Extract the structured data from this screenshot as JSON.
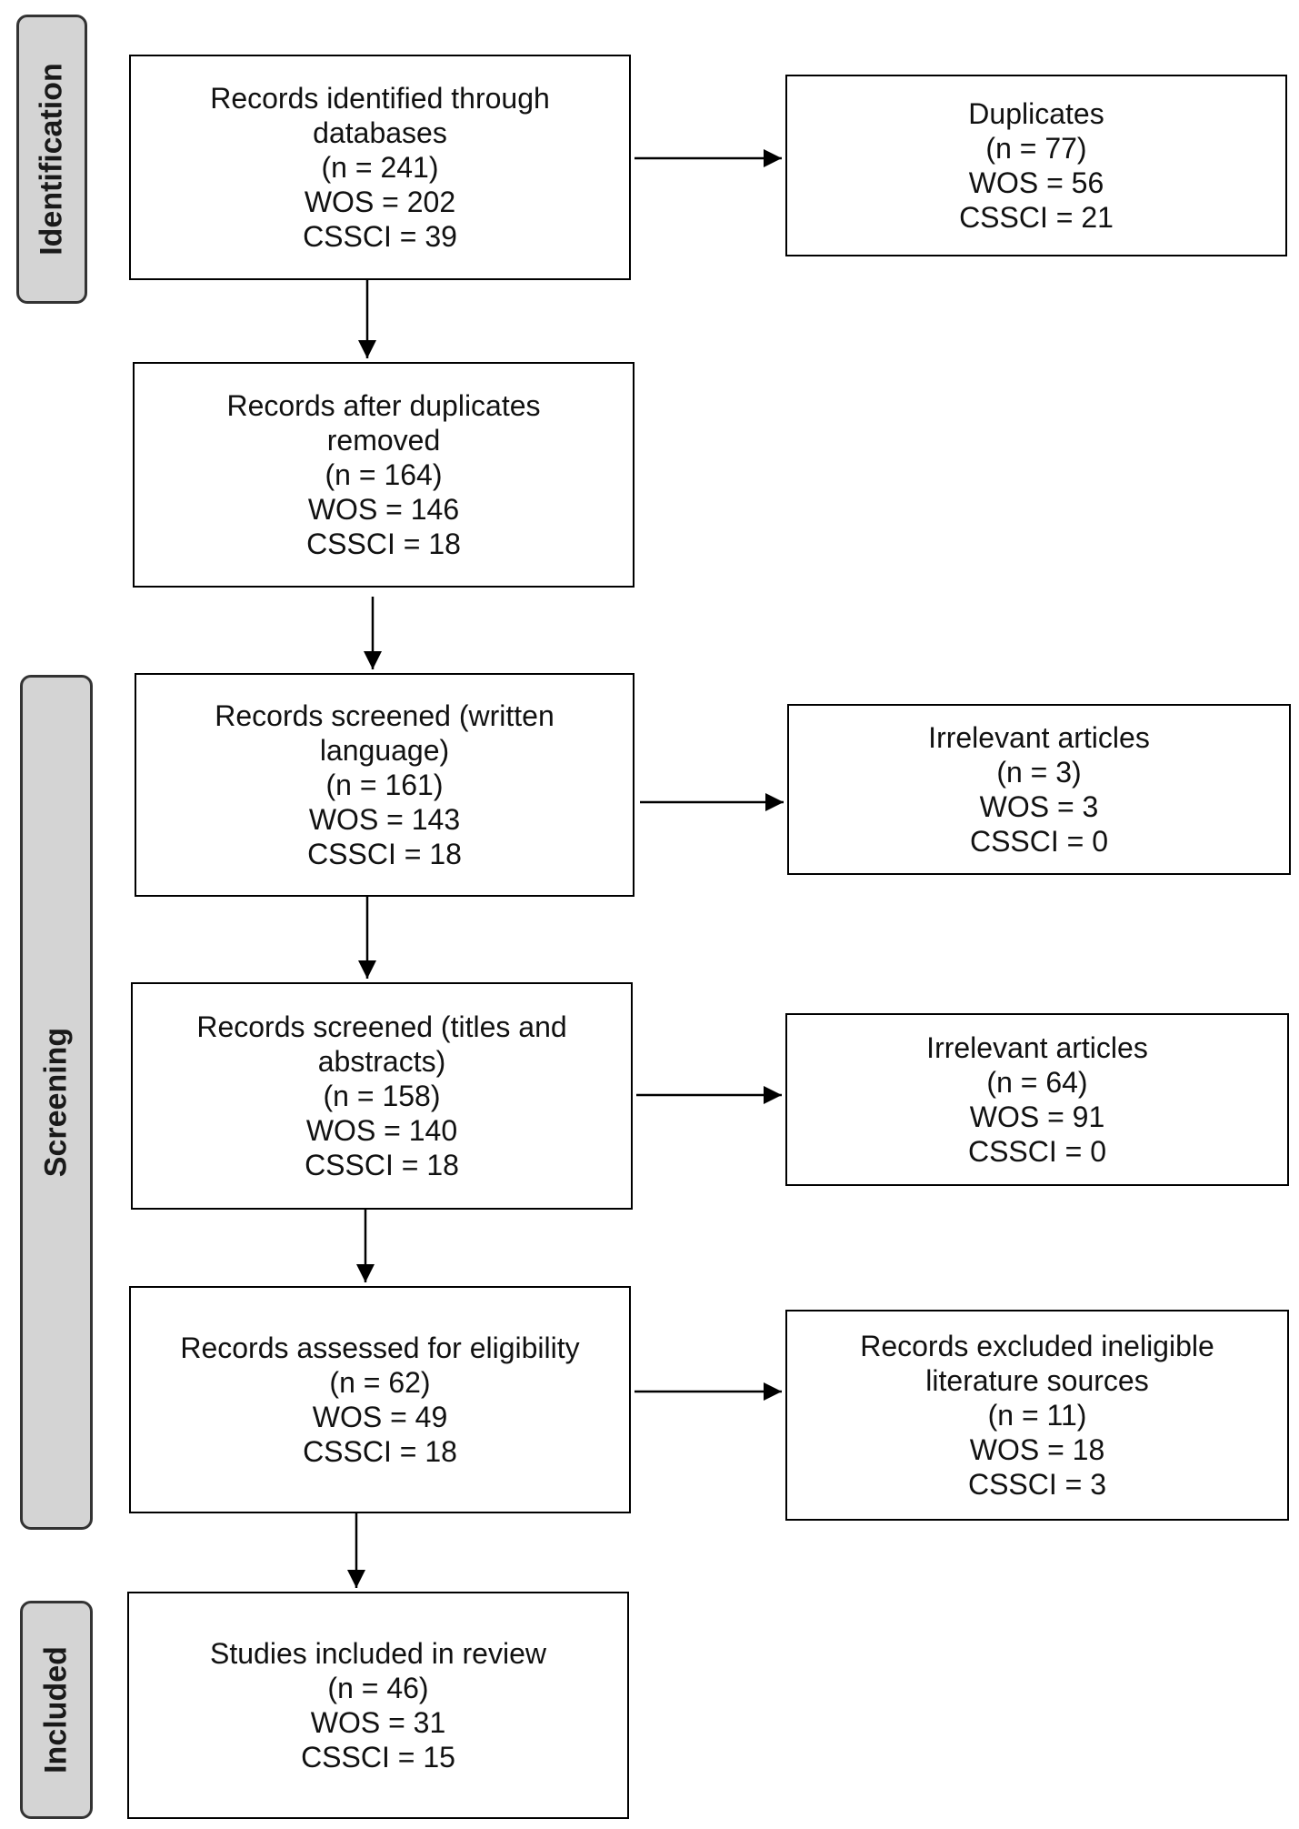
{
  "phases": {
    "identification": "Identification",
    "screening": "Screening",
    "included": "Included"
  },
  "boxes": {
    "identified": [
      "Records identified through",
      "databases",
      "(n = 241)",
      "WOS = 202",
      "CSSCI = 39"
    ],
    "duplicates": [
      "Duplicates",
      "(n = 77)",
      "WOS = 56",
      "CSSCI = 21"
    ],
    "after_duplicates": [
      "Records after duplicates",
      "removed",
      "(n = 164)",
      "WOS = 146",
      "CSSCI = 18"
    ],
    "screened_language": [
      "Records screened (written",
      "language)",
      "(n = 161)",
      "WOS = 143",
      "CSSCI = 18"
    ],
    "irrelevant_1": [
      "Irrelevant articles",
      "(n = 3)",
      "WOS = 3",
      "CSSCI = 0"
    ],
    "screened_titles": [
      "Records screened (titles and",
      "abstracts)",
      "(n = 158)",
      "WOS = 140",
      "CSSCI = 18"
    ],
    "irrelevant_2": [
      "Irrelevant articles",
      "(n = 64)",
      "WOS = 91",
      "CSSCI = 0"
    ],
    "eligibility": [
      "Records assessed for eligibility",
      "(n = 62)",
      "WOS = 49",
      "CSSCI = 18"
    ],
    "excluded": [
      "Records excluded ineligible",
      "literature sources",
      "(n = 11)",
      "WOS = 18",
      "CSSCI = 3"
    ],
    "included_studies": [
      "Studies included in review",
      "(n = 46)",
      "WOS = 31",
      "CSSCI = 15"
    ]
  }
}
